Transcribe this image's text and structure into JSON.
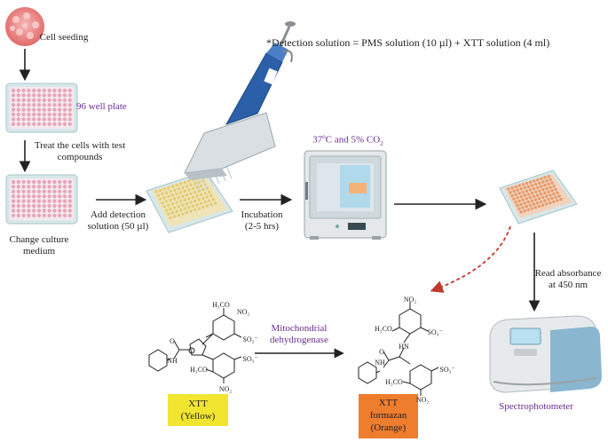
{
  "header": {
    "note_prefix": "*Detection solution = PMS solution (10 µl)  + XTT solution (4 ml)"
  },
  "steps": {
    "cell_seeding": "Cell seeding",
    "plate_label": "96 well plate",
    "treat": "Treat the cells with test compounds",
    "change_medium": "Change culture medium",
    "add_detection": "Add detection solution (50 µl)",
    "incubation_line1": "Incubation",
    "incubation_line2": "(2-5 hrs)",
    "incubator_condition_a": "37",
    "incubator_condition_sup": "o",
    "incubator_condition_b": "C and 5% CO",
    "incubator_condition_sub": "2",
    "read_absorbance_line1": "Read absorbance",
    "read_absorbance_line2": "at 450 nm",
    "spectrophotometer": "Spectrophotometer"
  },
  "reaction": {
    "enzyme_line1": "Mitochondrial",
    "enzyme_line2": "dehydrogenase",
    "xtt_line1": "XTT",
    "xtt_line2": "(Yellow)",
    "formazan_line1": "XTT",
    "formazan_line2": "formazan",
    "formazan_line3": "(Orange)"
  },
  "chem_labels": {
    "h3co": "H₃CO",
    "no2": "NO₂",
    "so3": "SO₃⁻",
    "nh": "NH",
    "o": "O",
    "hn": "HN",
    "n": "N"
  },
  "colors": {
    "purple_text": "#6a2c91",
    "xtt_badge": "#f2e530",
    "formazan_badge": "#ef7d2e",
    "plate_pink": "#e8a3b8",
    "plate_yellow": "#e9d88a",
    "plate_orange": "#eaa36e",
    "pipette_blue": "#2b5fa8",
    "arrow_red": "#c0392b"
  }
}
